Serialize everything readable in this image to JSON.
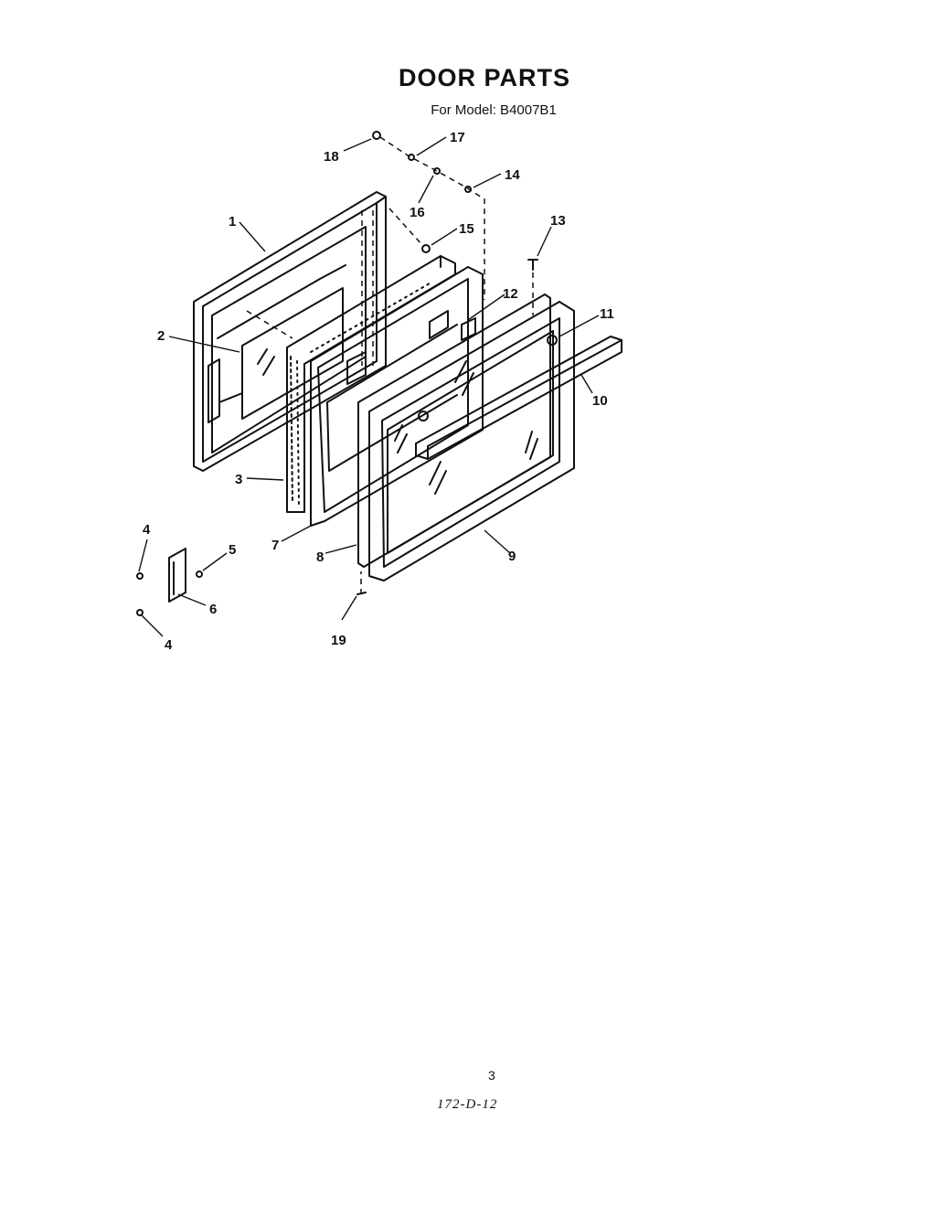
{
  "header": {
    "title": "DOOR PARTS",
    "subtitle": "For Model: B4007B1"
  },
  "callouts": [
    "1",
    "2",
    "3",
    "4",
    "4",
    "5",
    "6",
    "7",
    "8",
    "9",
    "10",
    "11",
    "12",
    "13",
    "14",
    "15",
    "16",
    "17",
    "18",
    "19"
  ],
  "footer": {
    "page_number": "3",
    "doc_code": "172-D-12"
  }
}
